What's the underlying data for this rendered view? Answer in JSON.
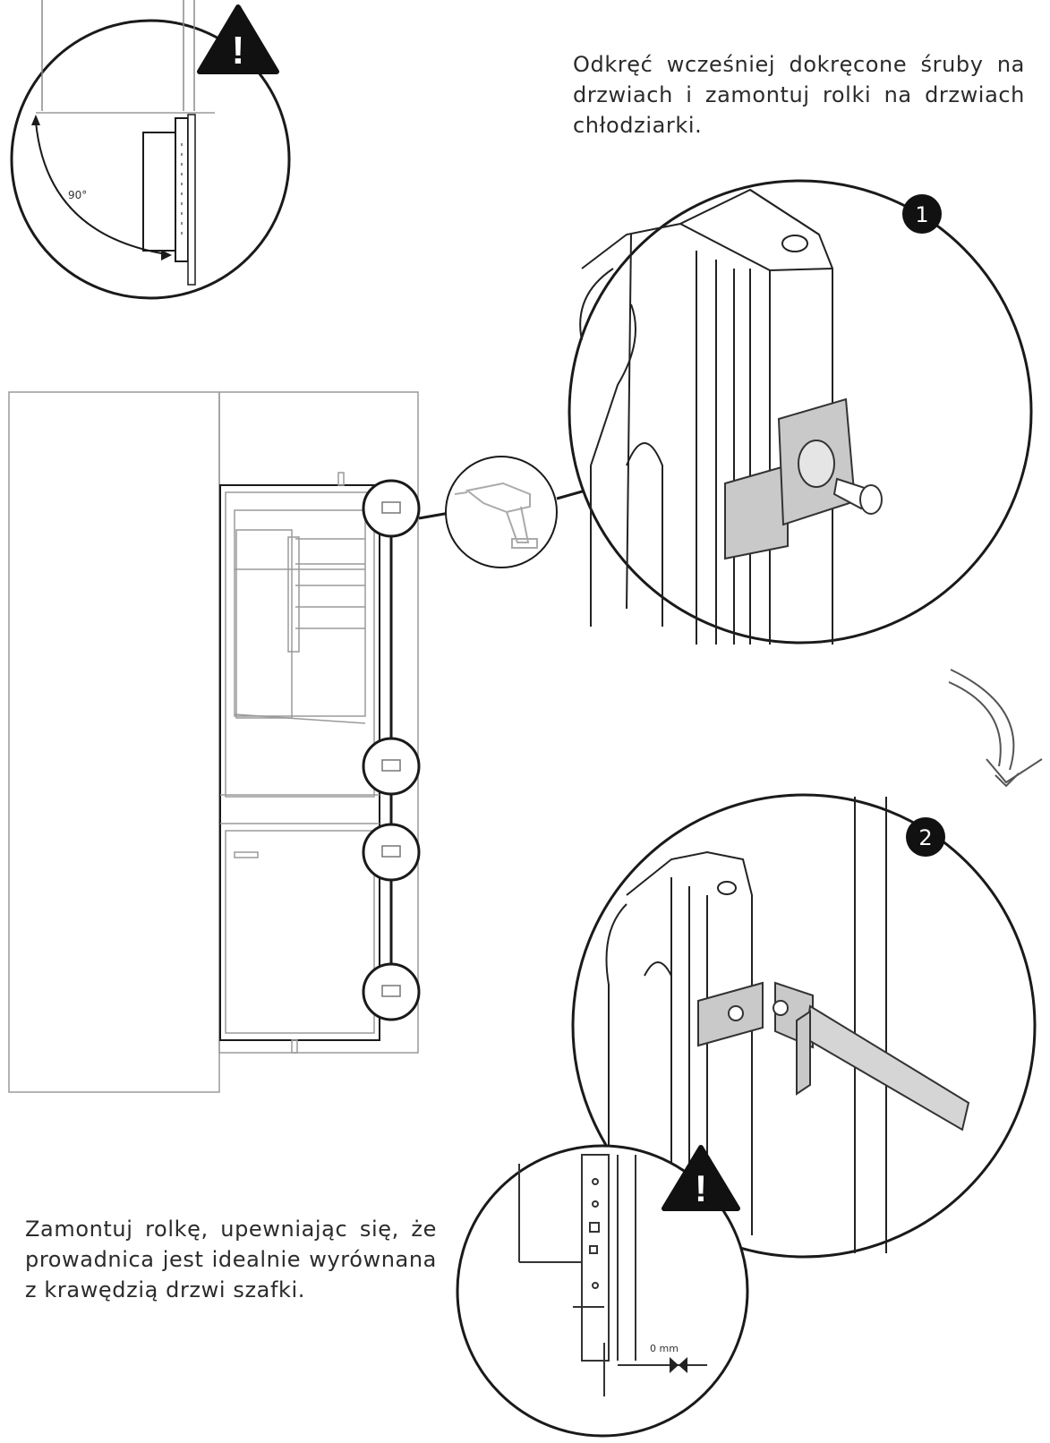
{
  "instructions": {
    "top": [
      "Odkręć wcześniej dokręcone śruby na",
      "drzwiach i zamontuj rolki na drzwiach",
      "chłodziarki."
    ],
    "bottom": [
      "Zamontuj rolkę, upewniając się, że",
      "prowadnica jest idealnie wyrównana",
      "z krawędzią drzwi szafki."
    ]
  },
  "labels": {
    "angle": "90°",
    "gap": "0 mm",
    "step1": "1",
    "step2": "2",
    "warning_glyph": "!"
  },
  "icons": [
    "warning-icon",
    "drill-icon",
    "curved-arrow-icon"
  ],
  "colors": {
    "line": "#1a1a1a",
    "light_line": "#9a9a9a",
    "bracket_fill": "#c9c9c9",
    "badge": "#111111"
  }
}
